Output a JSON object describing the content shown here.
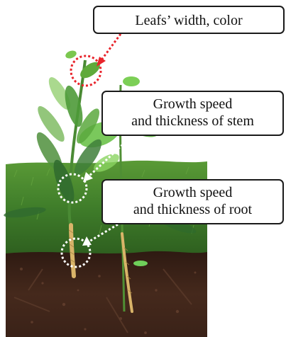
{
  "callouts": {
    "leaf": {
      "text": "Leafs’ width, color"
    },
    "stem": {
      "line1": "Growth speed",
      "line2": "and thickness of stem"
    },
    "root": {
      "line1": "Growth speed",
      "line2": "and thickness of root"
    }
  },
  "colors": {
    "leaf_marker": "#e8242b",
    "stem_root_marker": "#ffffff",
    "grass": "#3f7d2a",
    "soil": "#3d2419",
    "leaf_light": "#7fbf3e",
    "leaf_dark": "#3f7f3a",
    "root": "#d9b469"
  }
}
